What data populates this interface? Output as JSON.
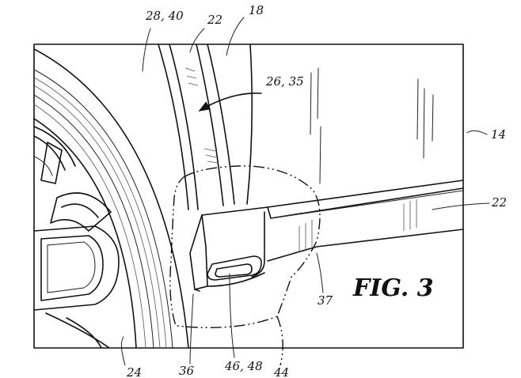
{
  "figure": {
    "title": "FIG. 3",
    "labels": {
      "l_28_40": "28, 40",
      "l_22_top": "22",
      "l_18": "18",
      "l_26_35": "26, 35",
      "l_14": "14",
      "l_22_right": "22",
      "l_37": "37",
      "l_24": "24",
      "l_36": "36",
      "l_46_48": "46, 48",
      "l_44": "44"
    }
  }
}
